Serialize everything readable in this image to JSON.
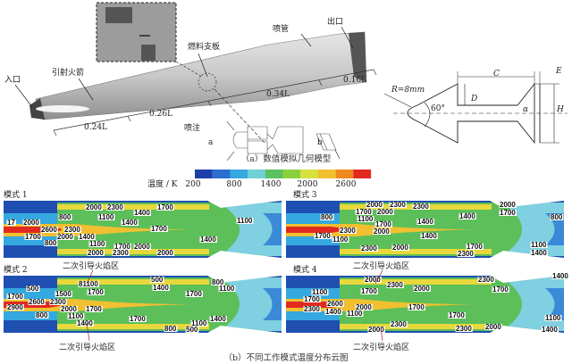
{
  "part_a": {
    "caption": "（a）数值模拟几何模型",
    "labels": {
      "inlet": "入口",
      "ejector_rocket": "引射火箭",
      "fuel_strut": "燃料支板",
      "nozzle": "喷管",
      "outlet": "出口",
      "injection": "喷注",
      "a": "a",
      "b": "b"
    },
    "lengths": [
      "0.24L",
      "0.26L",
      "0.34L",
      "0.16L"
    ],
    "strut_dims": {
      "R": "R=8mm",
      "angle": "60°",
      "C": "C",
      "D": "D",
      "E": "E",
      "H": "H",
      "alpha": "α"
    }
  },
  "colorbar": {
    "label": "温度 / K",
    "ticks": [
      "200",
      "800",
      "1400",
      "2000",
      "2600"
    ],
    "colors": [
      "#1f3fa8",
      "#2a6fd0",
      "#35a8e0",
      "#6fd0d8",
      "#5cc060",
      "#8cd040",
      "#d8e040",
      "#f0c030",
      "#f08a20",
      "#e02a20"
    ]
  },
  "part_b": {
    "caption": "（b）不同工作模式温度分布云图",
    "modes": [
      {
        "title": "模式 1",
        "contours": [
          "2000",
          "2300",
          "1400",
          "1700",
          "800",
          "1100",
          "1400",
          "1100",
          "17",
          "2000",
          "1700",
          "2600",
          "2300",
          "2000",
          "1700",
          "1400",
          "800",
          "1400",
          "1100",
          "1700",
          "2000",
          "2000",
          "2300",
          "2000"
        ]
      },
      {
        "title": "模式 2",
        "annotation": "二次引导火焰区",
        "annotation2": "二次引导火焰区",
        "contours": [
          "500",
          "800",
          "500",
          "81100",
          "1400",
          "1100",
          "1700",
          "1700",
          "1700",
          "2600",
          "2300",
          "1500",
          "2900",
          "2000",
          "1700",
          "800",
          "1100",
          "1700",
          "1400",
          "1400",
          "1100",
          "800",
          "500"
        ]
      },
      {
        "title": "模式 3",
        "contours": [
          "2000",
          "2300",
          "2300",
          "2000",
          "1700",
          "1700",
          "2000",
          "800",
          "1100",
          "1400",
          "800",
          "1700",
          "1400",
          "2300",
          "2000",
          "1700",
          "1400",
          "1100",
          "2300",
          "2000",
          "1700",
          "2300",
          "1100",
          "1400"
        ]
      },
      {
        "title": "模式 4",
        "annotation": "二次引导火焰区",
        "annotation2": "二次引导火焰区",
        "contours": [
          "1400",
          "2300",
          "2000",
          "2300",
          "2000",
          "1700",
          "1700",
          "1100",
          "1700",
          "2600",
          "2300",
          "2000",
          "1700",
          "1400",
          "1100",
          "1700",
          "1100",
          "2000",
          "2300",
          "2300",
          "2000",
          "1400"
        ]
      }
    ]
  }
}
